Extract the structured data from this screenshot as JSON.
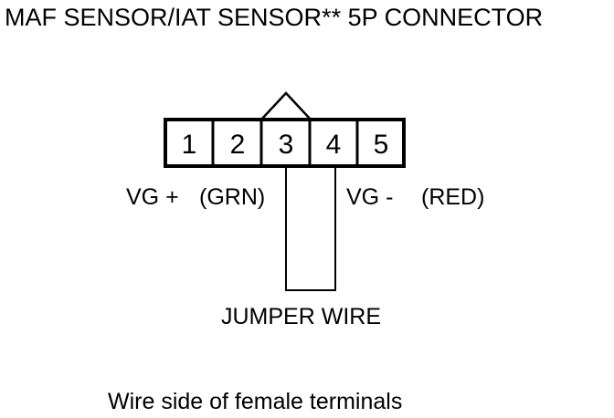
{
  "title": "MAF SENSOR/IAT SENSOR** 5P CONNECTOR",
  "connector": {
    "pins": [
      "1",
      "2",
      "3",
      "4",
      "5"
    ]
  },
  "labels": {
    "vg_plus": "VG +",
    "vg_plus_color": "(GRN)",
    "vg_minus": "VG -",
    "vg_minus_color": "(RED)",
    "jumper": "JUMPER WIRE"
  },
  "caption": "Wire side of female terminals",
  "colors": {
    "ink": "#000000",
    "background": "#ffffff"
  }
}
